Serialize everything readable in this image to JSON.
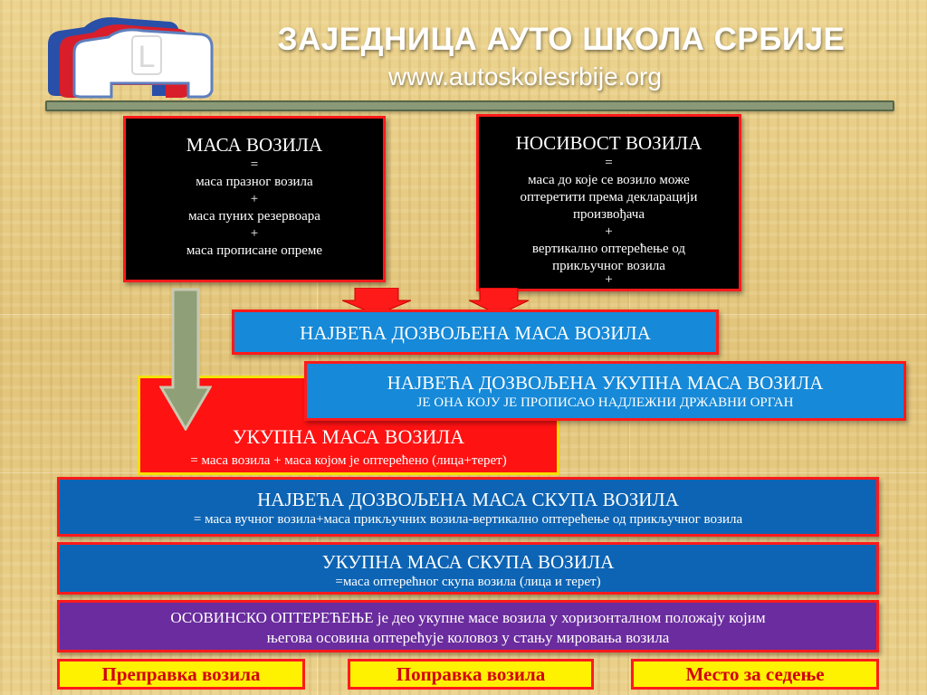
{
  "header": {
    "title": "ЗАЈЕДНИЦА АУТО ШКОЛА СРБИЈЕ",
    "url": "www.autoskolesrbije.org",
    "logo_letter": "L"
  },
  "mass_box": {
    "title": "МАСА ВОЗИЛА",
    "lines": [
      "=",
      "маса празног возила",
      "+",
      "маса пуних резервоара",
      "+",
      "маса прописане опреме"
    ]
  },
  "capacity_box": {
    "title": "НОСИВОСТ ВОЗИЛА",
    "lines": [
      "=",
      "маса до које се возило може",
      "оптеретити према декларацији",
      "произвођача",
      "+",
      "вертикално оптерећење од",
      "прикључног возила",
      "+"
    ]
  },
  "max_permitted_mass": {
    "title": "НАЈВЕЋА ДОЗВОЉЕНА МАСА  ВОЗИЛА"
  },
  "max_permitted_total_mass": {
    "title": "НАЈВЕЋА ДОЗВОЉЕНА УКУПНА  МАСА ВОЗИЛА",
    "subtitle": "ЈЕ ОНА КОЈУ ЈЕ ПРОПИСАО НАДЛЕЖНИ ДРЖАВНИ ОРГАН"
  },
  "total_mass": {
    "title": "УКУПНА МАСА ВОЗИЛА",
    "subtitle": "= маса возила + маса којом је оптерећено (лица+терет)"
  },
  "combination_max_mass": {
    "title": "НАЈВЕЋА ДОЗВОЉЕНА МАСА СКУПА ВОЗИЛА",
    "subtitle": "= маса вучног возила+маса прикључних возила-вертикално оптерећење од прикључног возила"
  },
  "combination_total_mass": {
    "title": "УКУПНА МАСА СКУПА ВОЗИЛА",
    "subtitle": "=маса оптерећног скупа возила (лица и терет)"
  },
  "axle_load": {
    "line1": "ОСОВИНСКО ОПТЕРЕЋЕЊЕ је део укупне масе возила у хоризонталном положају којим",
    "line2": "његова осовина оптерећује коловоз у стању мировања возила"
  },
  "nav": {
    "modification": "Преправка возила",
    "repair": "Поправка  возила",
    "seat": "Место за седење"
  },
  "colors": {
    "background": "#e8cd86",
    "accent_red": "#ff1a1a",
    "blue_light": "#1689d8",
    "blue_dark": "#0d64b4",
    "purple": "#6a2c9e",
    "yellow": "#fff200"
  }
}
